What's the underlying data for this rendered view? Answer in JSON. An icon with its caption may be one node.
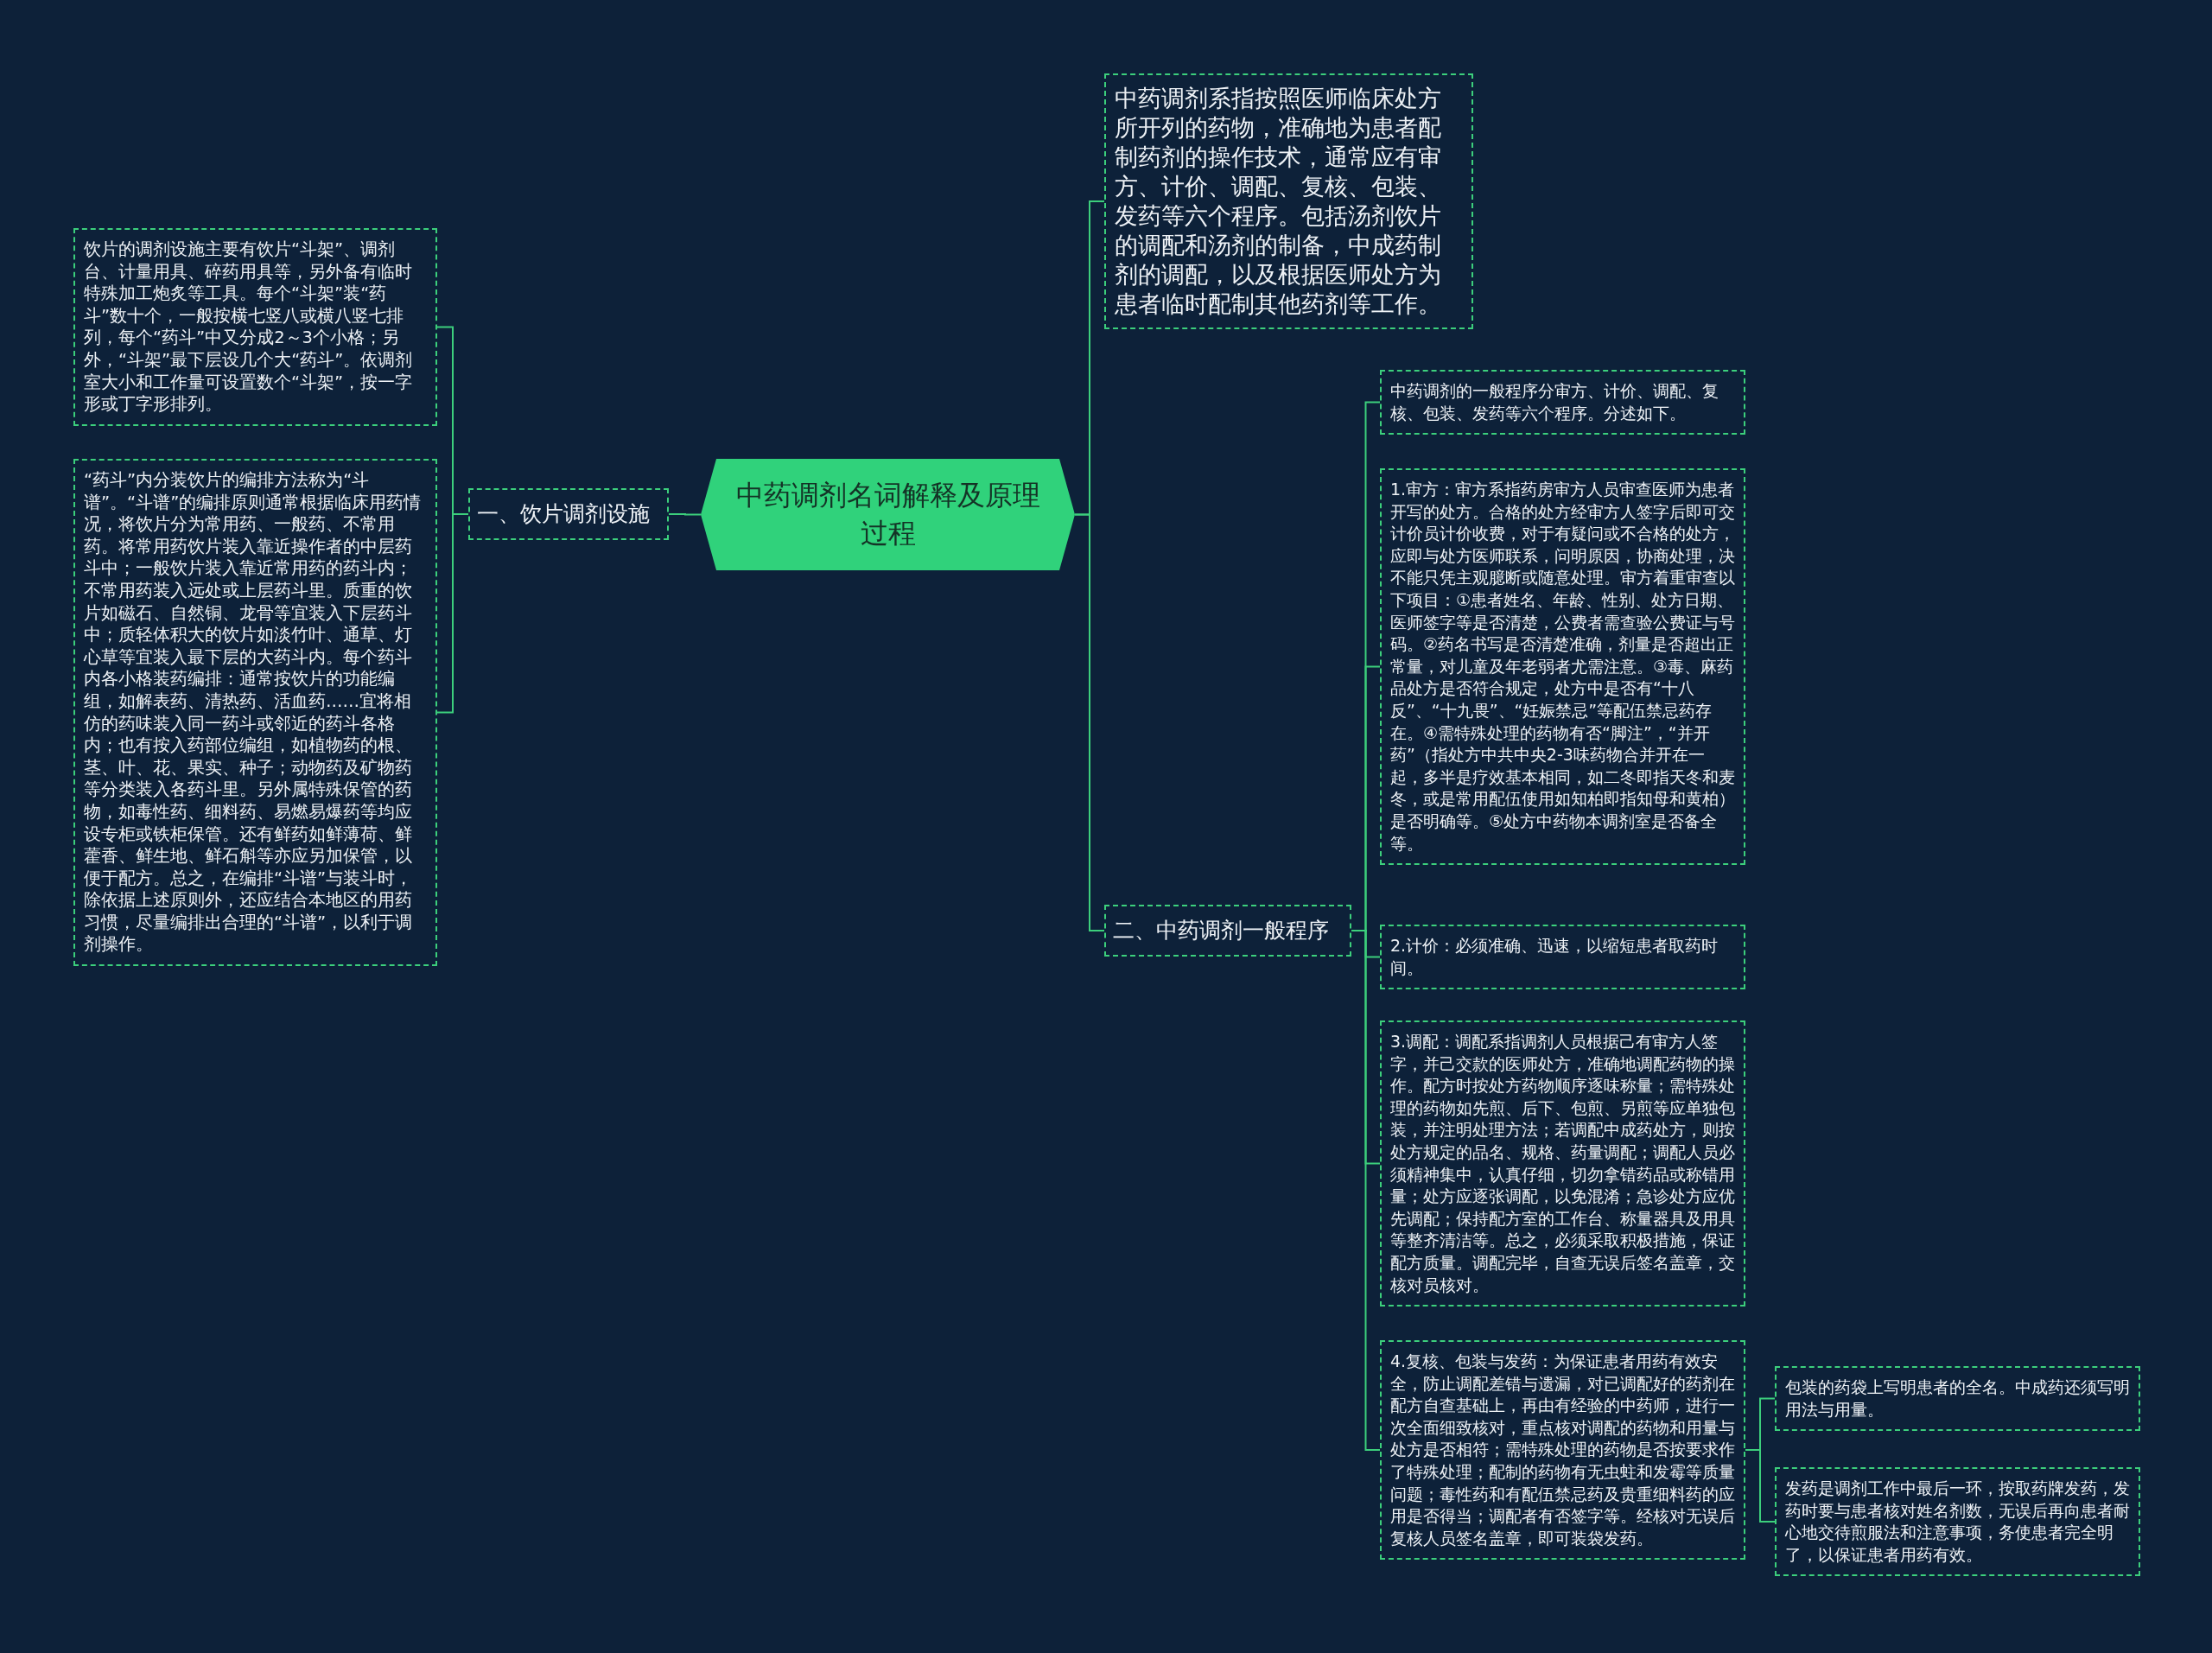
{
  "diagram": {
    "nodes": [
      {
        "text": [
          "中药调剂名词解释及原理过程"
        ]
      },
      {
        "text": [
          "一、饮片调剂设施"
        ]
      },
      {
        "text": [
          "饮片的调剂设施主要有饮片“斗架”、调剂台、计量用具、碎药用具等，另外备有临时特殊加工炮炙等工具。每个“斗架”装“药斗”数十个，一般按横七竖八或横八竖七排列，每个“药斗”中又分成2～3个小格；另外，“斗架”最下层设几个大“药斗”。依调剂室大小和工作量可设置数个“斗架”，按一字形或丁字形排列。"
        ]
      },
      {
        "text": [
          "“药斗”内分装饮片的编排方法称为“斗谱”。“斗谱”的编排原则通常根据临床用药情况，将饮片分为常用药、一般药、不常用药。将常用药饮片装入靠近操作者的中层药斗中；一般饮片装入靠近常用药的药斗内；不常用药装入远处或上层药斗里。质重的饮片如磁石、自然铜、龙骨等宜装入下层药斗中；质轻体积大的饮片如淡竹叶、通草、灯心草等宜装入最下层的大药斗内。每个药斗内各小格装药编排：通常按饮片的功能编组，如解表药、清热药、活血药……宜将相仿的药味装入同一药斗或邻近的药斗各格内；也有按入药部位编组，如植物药的根、茎、叶、花、果实、种子；动物药及矿物药等分类装入各药斗里。另外属特殊保管的药物，如毒性药、细料药、易燃易爆药等均应设专柜或铁柜保管。还有鲜药如鲜薄荷、鲜藿香、鲜生地、鲜石斛等亦应另加保管，以便于配方。总之，在编排“斗谱”与装斗时，除依据上述原则外，还应结合本地区的用药习惯，尽量编排出合理的“斗谱”，以利于调剂操作。"
        ]
      },
      {
        "text": [
          "中药调剂系指按照医师临床处方所开列的药物，准确地为患者配制药剂的操作技术，通常应有审方、计价、调配、复核、包装、发药等六个程序。包括汤剂饮片的调配和汤剂的制备，中成药制剂的调配，以及根据医师处方为患者临时配制其他药剂等工作。"
        ]
      },
      {
        "text": [
          "二、中药调剂一般程序"
        ]
      },
      {
        "text": [
          "中药调剂的一般程序分审方、计价、调配、复核、包装、发药等六个程序。分述如下。"
        ]
      },
      {
        "text": [
          "1.审方：审方系指药房审方人员审查医师为患者开写的处方。合格的处方经审方人签字后即可交计价员计价收费，对于有疑问或不合格的处方，应即与处方医师联系，问明原因，协商处理，决不能只凭主观臆断或随意处理。审方着重审查以下项目：①患者姓名、年龄、性别、处方日期、医师签字等是否清楚，公费者需查验公费证与号码。②药名书写是否清楚准确，剂量是否超出正常量，对儿童及年老弱者尤需注意。③毒、麻药品处方是否符合规定，处方中是否有“十八反”、“十九畏”、“妊娠禁忌”等配伍禁忌药存在。④需特殊处理的药物有否“脚注”，“并开药”（指处方中共中央2-3味药物合并开在一起，多半是疗效基本相同，如二冬即指天冬和麦冬，或是常用配伍使用如知柏即指知母和黄柏）是否明确等。⑤处方中药物本调剂室是否备全等。"
        ]
      },
      {
        "text": [
          "2.计价：必须准确、迅速，以缩短患者取药时间。"
        ]
      },
      {
        "text": [
          "3.调配：调配系指调剂人员根据己有审方人签字，并己交款的医师处方，准确地调配药物的操作。配方时按处方药物顺序逐味称量；需特殊处理的药物如先煎、后下、包煎、另煎等应单独包装，并注明处理方法；若调配中成药处方，则按处方规定的品名、规格、药量调配；调配人员必须精神集中，认真仔细，切勿拿错药品或称错用量；处方应逐张调配，以免混淆；急诊处方应优先调配；保持配方室的工作台、称量器具及用具等整齐清洁等。总之，必须采取积极措施，保证配方质量。调配完毕，自查无误后签名盖章，交核对员核对。"
        ]
      },
      {
        "text": [
          "4.复核、包装与发药：为保证患者用药有效安全，防止调配差错与遗漏，对已调配好的药剂在配方自查基础上，再由有经验的中药师，进行一次全面细致核对，重点核对调配的药物和用量与处方是否相符；需特殊处理的药物是否按要求作了特殊处理；配制的药物有无虫蛀和发霉等质量问题；毒性药和有配伍禁忌药及贵重细料药的应用是否得当；调配者有否签字等。经核对无误后复核人员签名盖章，即可装袋发药。"
        ]
      },
      {
        "text": [
          "包装的药袋上写明患者的全名。中成药还须写明用法与用量。"
        ]
      },
      {
        "text": [
          "发药是调剂工作中最后一环，按取药牌发药，发药时要与患者核对姓名剂数，无误后再向患者耐心地交待煎服法和注意事项，务使患者完全明了，以保证患者用药有效。"
        ]
      }
    ],
    "edges": [
      {
        "from": 0,
        "to": 1,
        "arrow": "none"
      },
      {
        "from": 1,
        "to": 2,
        "arrow": "none"
      },
      {
        "from": 1,
        "to": 3,
        "arrow": "none"
      },
      {
        "from": 0,
        "to": 4,
        "arrow": "none"
      },
      {
        "from": 0,
        "to": 5,
        "arrow": "none"
      },
      {
        "from": 5,
        "to": 6,
        "arrow": "none"
      },
      {
        "from": 5,
        "to": 7,
        "arrow": "none"
      },
      {
        "from": 5,
        "to": 8,
        "arrow": "none"
      },
      {
        "from": 5,
        "to": 9,
        "arrow": "none"
      },
      {
        "from": 5,
        "to": 10,
        "arrow": "none"
      },
      {
        "from": 10,
        "to": 11,
        "arrow": "none"
      },
      {
        "from": 10,
        "to": 12,
        "arrow": "none"
      }
    ]
  }
}
